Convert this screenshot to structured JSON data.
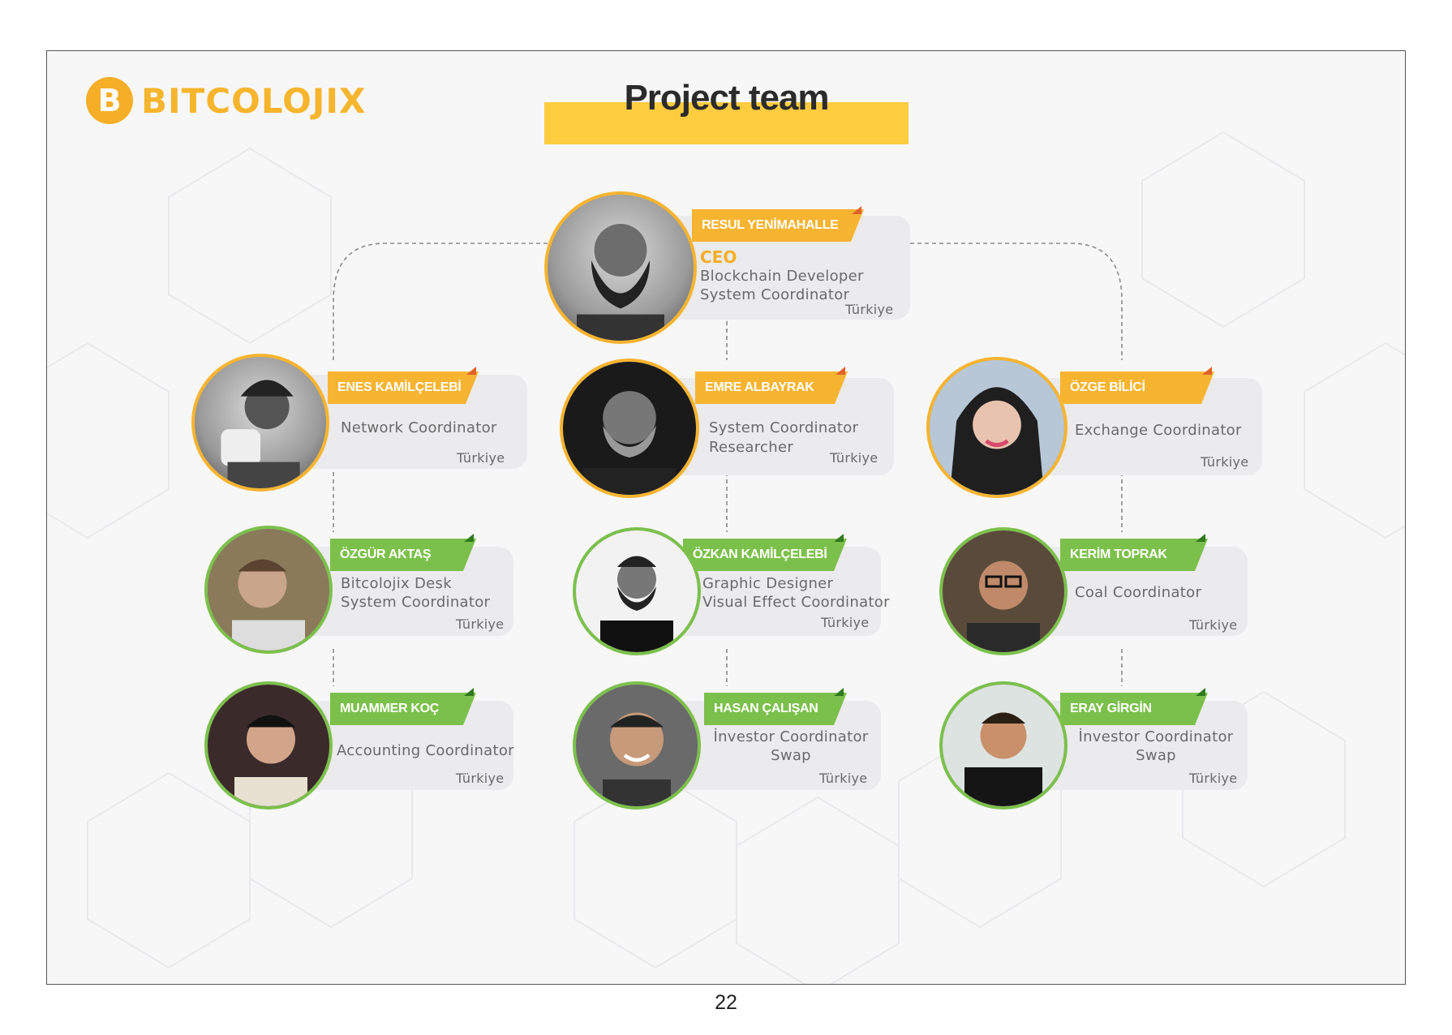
{
  "logo": {
    "text": "BITCOLOJIX",
    "mark": "B",
    "color": "#f6b52c"
  },
  "title": "Project team",
  "page_number": "22",
  "colors": {
    "accent_orange": "#f7b431",
    "accent_green": "#7cc04c",
    "title_bar": "#fdcc3f"
  },
  "members": [
    {
      "name": "RESUL YENİMAHALLE",
      "title": "CEO",
      "roles": [
        "Blockchain Developer",
        "System Coordinator"
      ],
      "country": "Türkiye",
      "tier": "orange"
    },
    {
      "name": "ENES KAMİLÇELEBİ",
      "roles": [
        "Network Coordinator"
      ],
      "country": "Türkiye",
      "tier": "orange"
    },
    {
      "name": "EMRE ALBAYRAK",
      "roles": [
        "System Coordinator",
        "Researcher"
      ],
      "country": "Türkiye",
      "tier": "orange"
    },
    {
      "name": "ÖZGE BİLİCİ",
      "roles": [
        "Exchange Coordinator"
      ],
      "country": "Türkiye",
      "tier": "orange"
    },
    {
      "name": "ÖZGÜR AKTAŞ",
      "roles": [
        "Bitcolojix Desk",
        "System Coordinator"
      ],
      "country": "Türkiye",
      "tier": "green"
    },
    {
      "name": "ÖZKAN KAMİLÇELEBİ",
      "roles": [
        "Graphic Designer",
        "Visual Effect Coordinator"
      ],
      "country": "Türkiye",
      "tier": "green"
    },
    {
      "name": "KERİM TOPRAK",
      "roles": [
        "Coal Coordinator"
      ],
      "country": "Türkiye",
      "tier": "green"
    },
    {
      "name": "MUAMMER KOÇ",
      "roles": [
        "Accounting Coordinator"
      ],
      "country": "Türkiye",
      "tier": "green"
    },
    {
      "name": "HASAN ÇALIŞAN",
      "roles": [
        "İnvestor Coordinator",
        "Swap"
      ],
      "country": "Türkiye",
      "tier": "green"
    },
    {
      "name": "ERAY GİRGİN",
      "roles": [
        "İnvestor Coordinator",
        "Swap"
      ],
      "country": "Türkiye",
      "tier": "green"
    }
  ]
}
